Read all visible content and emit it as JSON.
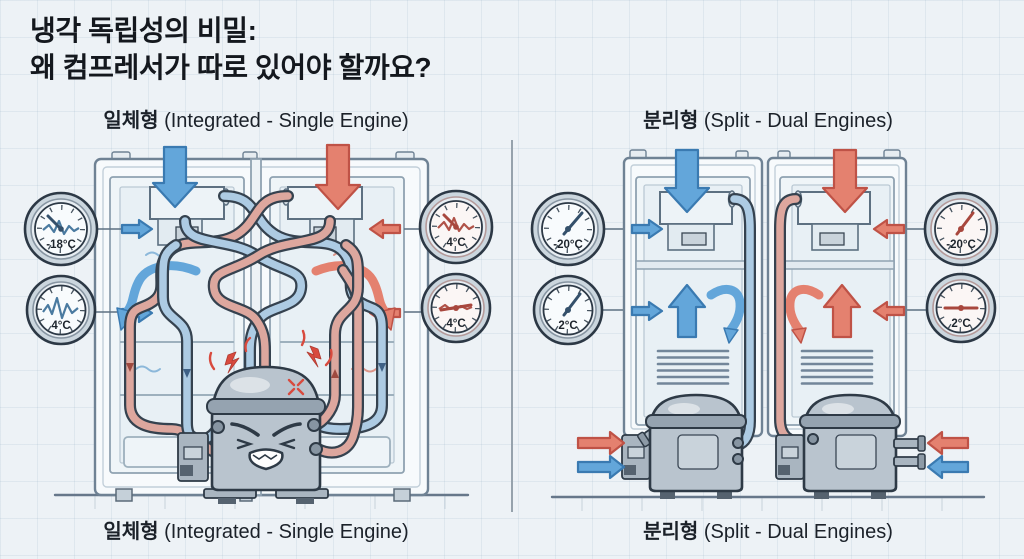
{
  "title": {
    "line1": "냉각 독립성의 비밀:",
    "line2": "왜 컴프레서가 따로 있어야 할까요?"
  },
  "panels": {
    "integrated": {
      "header_ko": "일체형",
      "header_en": " (Integrated - Single Engine)",
      "footer_ko": "일체형",
      "footer_en": " (Integrated - Single Engine)",
      "gauges": {
        "left_top": "-18°C",
        "left_bottom": "4°C",
        "right_top": "4°C",
        "right_bottom": "4°C"
      }
    },
    "split": {
      "header_ko": "분리형",
      "header_en": " (Split - Dual Engines)",
      "footer_ko": "분리형",
      "footer_en": " (Split - Dual Engines)",
      "gauges": {
        "left_top": "-20°C",
        "left_bottom": "2°C",
        "right_top": "-20°C",
        "right_bottom": "2°C"
      }
    }
  },
  "colors": {
    "background": "#edf2f6",
    "cold_accent": "#63a6da",
    "warm_accent": "#e4816f",
    "pipe_cold": "#adcbe3",
    "pipe_warm": "#dda79e",
    "ink": "#2e3a46"
  }
}
